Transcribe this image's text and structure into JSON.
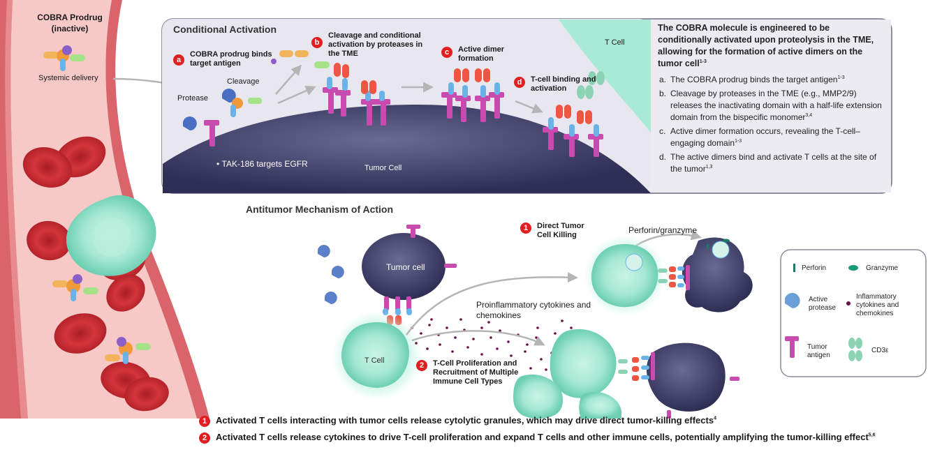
{
  "vessel": {
    "prodrug_title": "COBRA Prodrug",
    "prodrug_subtitle": "(inactive)",
    "delivery_label": "Systemic delivery"
  },
  "conditional_activation": {
    "title": "Conditional Activation",
    "protease_label": "Protease",
    "cleavage_label": "Cleavage",
    "steps": [
      {
        "letter": "a",
        "text": "COBRA prodrug binds target antigen"
      },
      {
        "letter": "b",
        "text": "Cleavage and conditional activation by proteases in the TME"
      },
      {
        "letter": "c",
        "text": "Active dimer formation"
      },
      {
        "letter": "d",
        "text": "T-cell binding and activation"
      }
    ],
    "tcell_label": "T Cell",
    "tumor_cell_label": "Tumor Cell",
    "target_note": "TAK-186 targets EGFR",
    "description": {
      "heading": "The COBRA molecule is engineered to be conditionally activated upon proteolysis in the TME, allowing for the formation of active dimers on the tumor cell",
      "heading_ref": "1-3",
      "items": [
        {
          "letter": "a.",
          "text": "The COBRA prodrug binds the target antigen",
          "ref": "1-3"
        },
        {
          "letter": "b.",
          "text": "Cleavage by proteases in the TME (e.g., MMP2/9) releases the inactivating domain with a half-life extension domain from the bispecific monomer",
          "ref": "3,4"
        },
        {
          "letter": "c.",
          "text": "Active dimer formation occurs, revealing the T-cell–engaging domain",
          "ref": "1-3"
        },
        {
          "letter": "d.",
          "text": "The active dimers bind and activate T cells at the site of the tumor",
          "ref": "1,3"
        }
      ]
    }
  },
  "mechanism": {
    "title": "Antitumor Mechanism of Action",
    "tumor_cell_label": "Tumor cell",
    "tcell_label": "T Cell",
    "direct_killing": {
      "num": "1",
      "text": "Direct Tumor Cell Killing"
    },
    "perforin_label": "Perforin/granzyme",
    "cytokine_label": "Proinflammatory cytokines and chemokines",
    "proliferation": {
      "num": "2",
      "text": "T-Cell Proliferation and Recruitment of Multiple Immune Cell Types"
    }
  },
  "legend": {
    "perforin": "Perforin",
    "granzyme": "Granzyme",
    "active_protease": "Active protease",
    "inflammatory": "Inflammatory cytokines and chemokines",
    "tumor_antigen": "Tumor antigen",
    "cd3e": "CD3ε"
  },
  "footnotes": [
    {
      "num": "1",
      "text": "Activated T cells interacting with tumor cells release cytolytic granules, which may drive direct tumor-killing effects",
      "ref": "4"
    },
    {
      "num": "2",
      "text": "Activated T cells release cytokines to drive T-cell proliferation and expand T cells and other immune cells, potentially amplifying the tumor-killing effect",
      "ref": "5,6"
    }
  ],
  "colors": {
    "vessel_wall": "#d9646a",
    "vessel_lumen": "#f6c9c6",
    "rbc": "#c4262c",
    "tcell": "#9fe6cf",
    "tumor": "#3b3a62",
    "panel_bg": "#ecebf1",
    "step_red": "#e02020",
    "antigen": "#c94bb0"
  }
}
